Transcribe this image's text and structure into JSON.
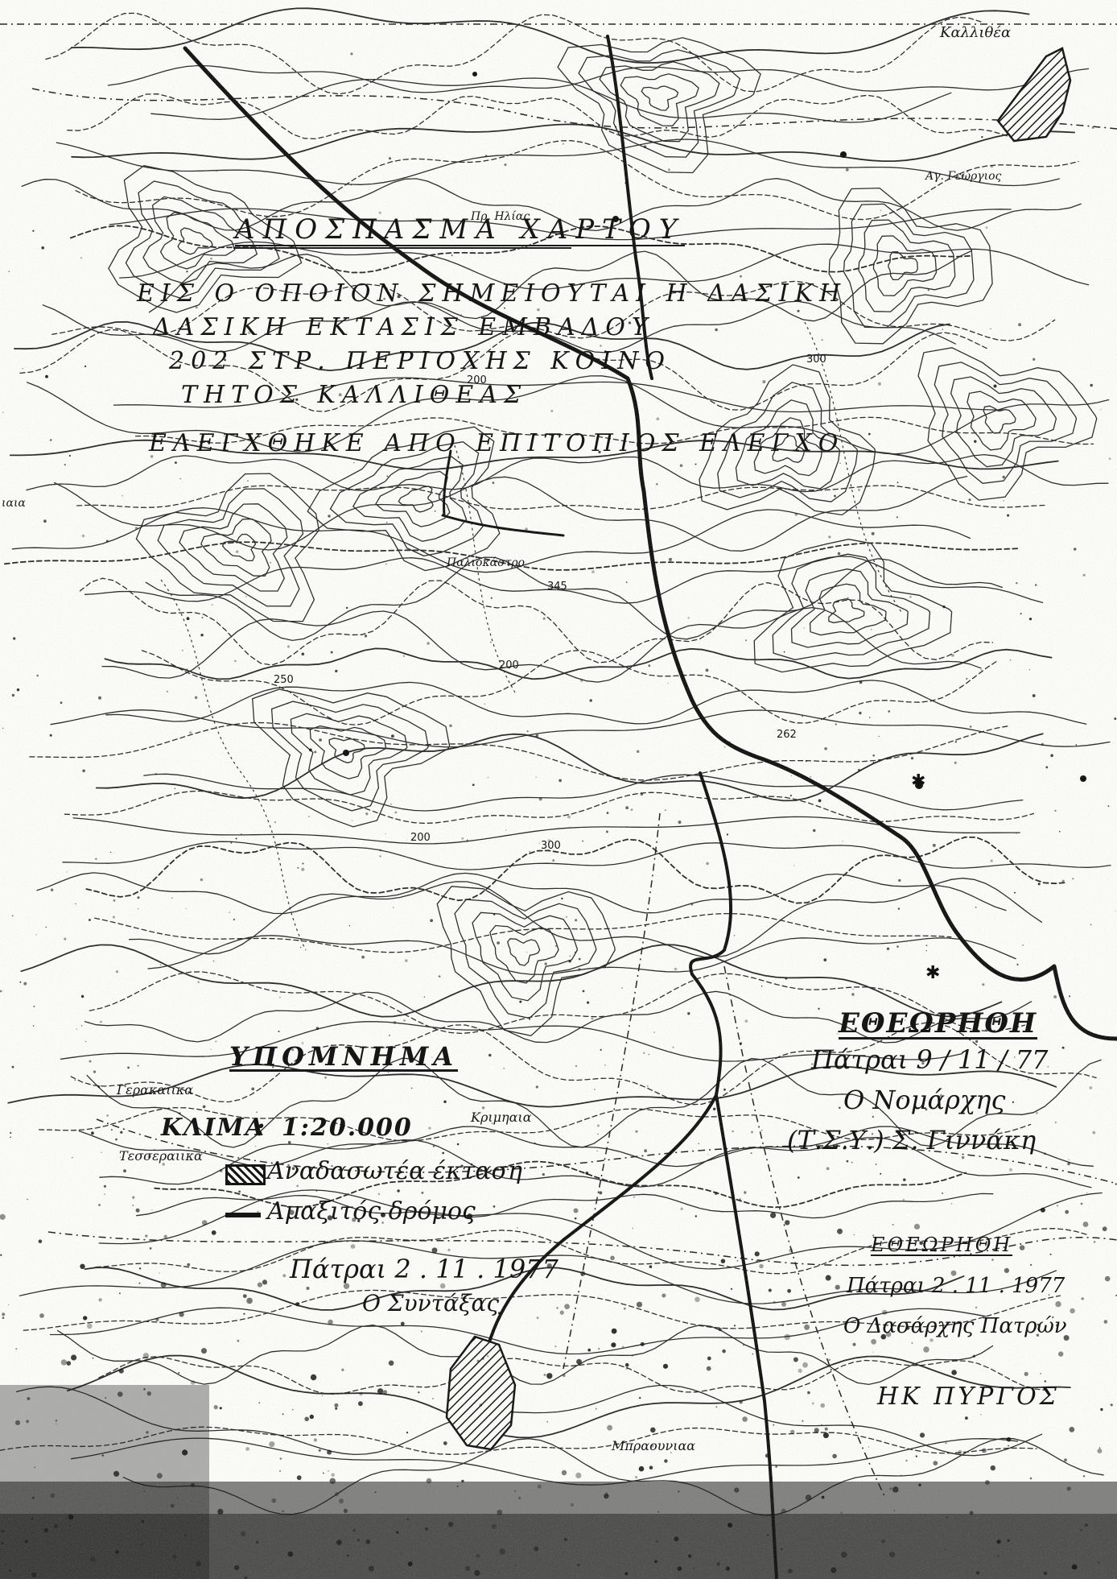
{
  "map": {
    "place_labels": {
      "kallithea_top": "Καλλιθέα",
      "ag_georgios": "Αγ. Γεώργιος",
      "pr_ilias": "Πρ. Ηλίας",
      "paliokastro": "Παλιοκάστρο",
      "mpraouniaa": "Μπραουνιαα",
      "pyrgos_bottom": "ΗΚ ΠΥΡΓΟΣ",
      "west_edge": "ιαια"
    },
    "elevations": {
      "e300_right": "300",
      "e200_mid": "200",
      "e345": "345",
      "e200_low": "200",
      "e250": "250",
      "e262": "262",
      "e300_low": "300",
      "e200_left": "200"
    },
    "title_block": {
      "heading": "ΑΠΟΣΠΑΣΜΑ ΧΑΡΤΟΥ",
      "line1": "ΕΙΣ Ο ΟΠΟΙΟΝ ΣΗΜΕΙΟΥΤΑΙ Η ΔΑΣΙΚΗ",
      "line2": "ΔΑΣΙΚΗ ΕΚΤΑΣΙΣ ΕΜΒΑΔΟΥ",
      "line3": "202 ΣΤΡ. ΠΕΡΙΟΧΗΣ ΚΟΙΝΟ",
      "line4": "ΤΗΤΟΣ ΚΑΛΛΙΘΕΑΣ",
      "line5": "ΕΛΕΓΧΘΗΚΕ ΑΠΟ ΕΠΙΤΟΠΙΟΣ ΕΛΕΓΧΟ"
    },
    "legend": {
      "heading": "ΥΠΟΜΝΗΜΑ",
      "scale_label": "ΚΛΙΜΑ",
      "scale_value": "1:20.000",
      "items": [
        {
          "label": "Αναδασωτέα έκταση"
        },
        {
          "label": "Αμαξιτός δρόμος"
        }
      ],
      "place_gerakaiika": "Γερακαιικα",
      "place_kriminaia": "Κριμηαια",
      "place_tesseraiika": "Τεσσεραιικα",
      "signature_date": "Πάτραι 2 . 11 . 1977",
      "signature_role": "Ο Συντάξας"
    },
    "approval_stamp": {
      "heading": "ΕΘΕΩΡΗΘΗ",
      "line1": "Πάτραι 9 / 11 / 77",
      "line2": "Ο Νομάρχης",
      "line3": "(Τ.Σ.Υ.) Σ. Γιννάκη"
    },
    "review_stamp": {
      "heading": "ΕΘΕΩΡΗΘΗ",
      "date": "Πάτραι 2 . 11 . 1977",
      "signer": "Ο Δασάρχης Πατρών"
    },
    "colors": {
      "ink": "#161616",
      "paper": "#fbfbf8"
    }
  }
}
